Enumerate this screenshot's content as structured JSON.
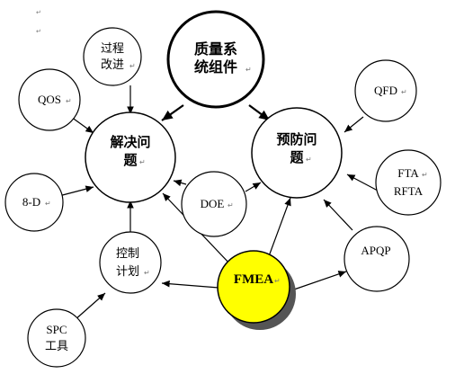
{
  "colors": {
    "fmea_fill": "#FFFF00",
    "fmea_shadow": "#555555",
    "stroke": "#000000"
  },
  "nodes": {
    "qs": {
      "line1": "质量系",
      "line2": "统组件"
    },
    "jj": {
      "line1": "解决问",
      "line2": "题"
    },
    "yf": {
      "line1": "预防问",
      "line2": "题"
    },
    "gc": {
      "line1": "过程",
      "line2": "改进"
    },
    "qos": {
      "line1": "QOS"
    },
    "qfd": {
      "line1": "QFD"
    },
    "fta": {
      "line1": "FTA",
      "line2": "RFTA"
    },
    "8d": {
      "line1": "8-D"
    },
    "doe": {
      "line1": "DOE"
    },
    "apqp": {
      "line1": "APQP"
    },
    "kz": {
      "line1": "控制",
      "line2": "计划"
    },
    "fmea": {
      "line1": "FMEA"
    },
    "spc": {
      "line1": "SPC",
      "line2": "工具"
    }
  }
}
